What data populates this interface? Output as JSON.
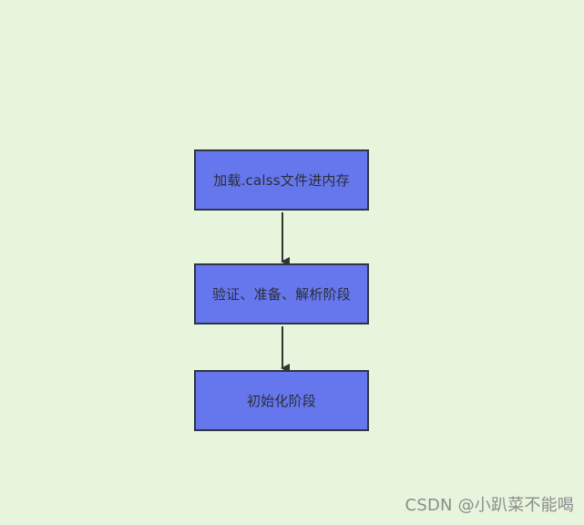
{
  "theme": {
    "background": "#e6f5db",
    "node_fill": "#6677ee",
    "node_border": "#2f3440",
    "arrow_color": "#333333",
    "watermark_color": "#8c8c8c"
  },
  "diagram": {
    "nodes": [
      {
        "label": "加载.calss文件进内存"
      },
      {
        "label": "验证、准备、解析阶段"
      },
      {
        "label": "初始化阶段"
      }
    ],
    "edges": [
      {
        "from": "加载.calss文件进内存",
        "to": "验证、准备、解析阶段"
      },
      {
        "from": "验证、准备、解析阶段",
        "to": "初始化阶段"
      }
    ]
  },
  "watermark": {
    "text": "CSDN @小趴菜不能喝"
  }
}
